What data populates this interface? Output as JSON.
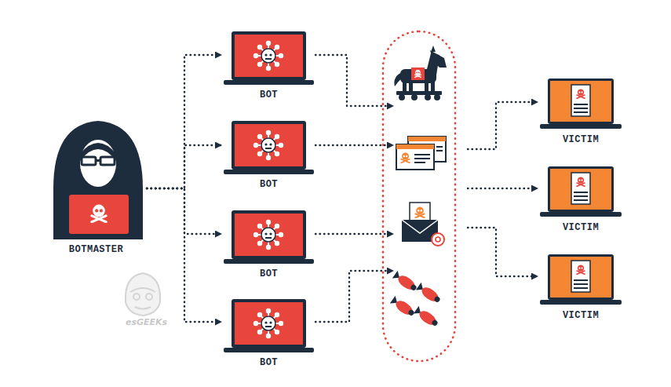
{
  "diagram": {
    "nodes": [
      {
        "text": [
          "BOTMASTER"
        ]
      },
      {
        "text": [
          "BOT"
        ]
      },
      {
        "text": [
          "BOT"
        ]
      },
      {
        "text": [
          "BOT"
        ]
      },
      {
        "text": [
          "BOT"
        ]
      },
      {
        "text": [
          "VICTIM"
        ]
      },
      {
        "text": [
          "VICTIM"
        ]
      },
      {
        "text": [
          "VICTIM"
        ]
      }
    ],
    "edges": [
      {
        "from": 0,
        "to": 1,
        "arrow": "to"
      },
      {
        "from": 0,
        "to": 2,
        "arrow": "to"
      },
      {
        "from": 0,
        "to": 3,
        "arrow": "to"
      },
      {
        "from": 0,
        "to": 4,
        "arrow": "to"
      }
    ],
    "labels": [
      "esGEEKs"
    ]
  }
}
